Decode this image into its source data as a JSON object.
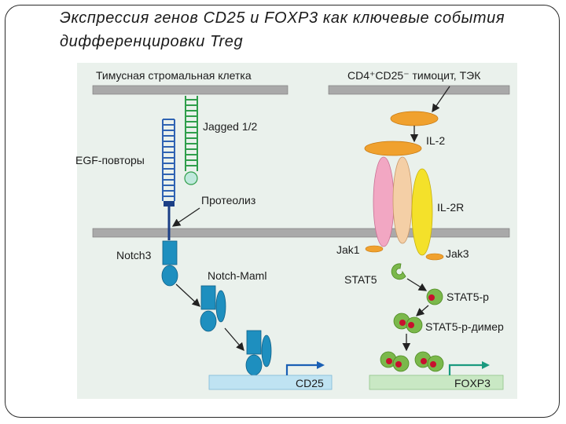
{
  "slide": {
    "title_line1": "Экспрессия генов CD25 и FOXP3 как ключевые события",
    "title_line2": "дифференцировки Treg"
  },
  "diagram": {
    "labels": {
      "thymic_stromal_cell": "Тимусная стромальная клетка",
      "thymocyte": "CD4⁺CD25⁻ тимоцит, ТЭК",
      "jagged": "Jagged 1/2",
      "egf_repeats": "EGF-повторы",
      "proteolysis": "Протеолиз",
      "notch3": "Notch3",
      "notch_maml": "Notch-Maml",
      "il2": "IL-2",
      "il2r": "IL-2R",
      "jak1": "Jak1",
      "jak3": "Jak3",
      "stat5": "STAT5",
      "stat5p": "STAT5-p",
      "stat5p_dimer": "STAT5-р-димер",
      "cd25": "CD25",
      "foxp3": "FOXP3"
    },
    "colors": {
      "panel": "#eaf1ec",
      "membrane": "#a9a9a9",
      "notch": "#2f63b3",
      "jagged": "#2f9e4b",
      "teal": "#1e8fbf",
      "il2": "#f0a12e",
      "pink": "#f2a7c3",
      "peach": "#f4cfa6",
      "yellow": "#f4e12a",
      "stat_green": "#7bb84b",
      "phospho": "#c8102e",
      "dna_cd25": "#bfe3f2",
      "dna_foxp3": "#c9e8c4",
      "arrow_cd25": "#1a5fb4",
      "arrow_foxp3": "#1a9a7f"
    }
  }
}
